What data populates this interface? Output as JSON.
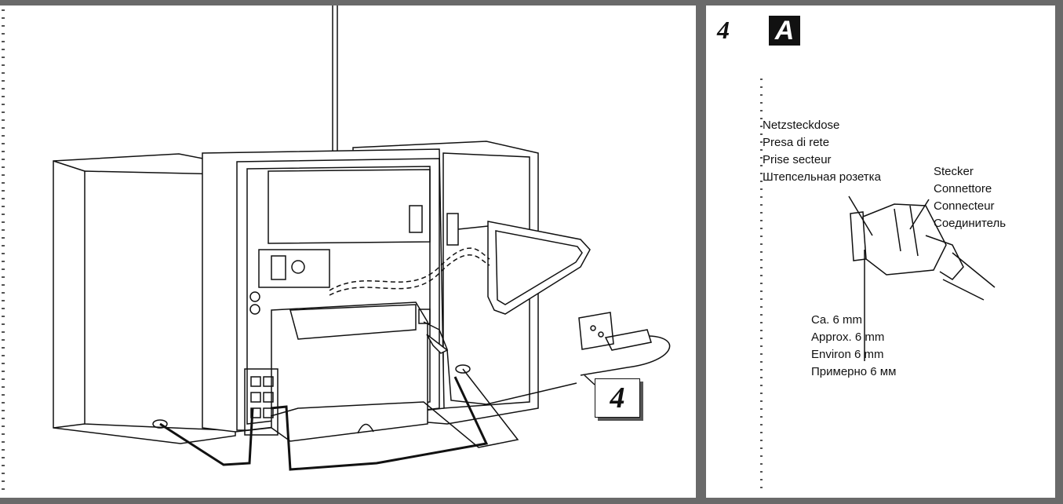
{
  "step": {
    "number": "4",
    "panel_letter": "A",
    "callout_number": "4"
  },
  "socket_labels": [
    "Netzsteckdose",
    "Presa di rete",
    "Prise secteur",
    "Штепсельная розетка"
  ],
  "plug_labels": [
    "Stecker",
    "Connettore",
    "Connecteur",
    "Соединитель"
  ],
  "distance_labels": [
    "Ca. 6 mm",
    "Approx. 6 mm",
    "Environ 6 mm",
    "Примерно 6 мм"
  ],
  "colors": {
    "border": "#6a6a6a",
    "ink": "#111111"
  }
}
